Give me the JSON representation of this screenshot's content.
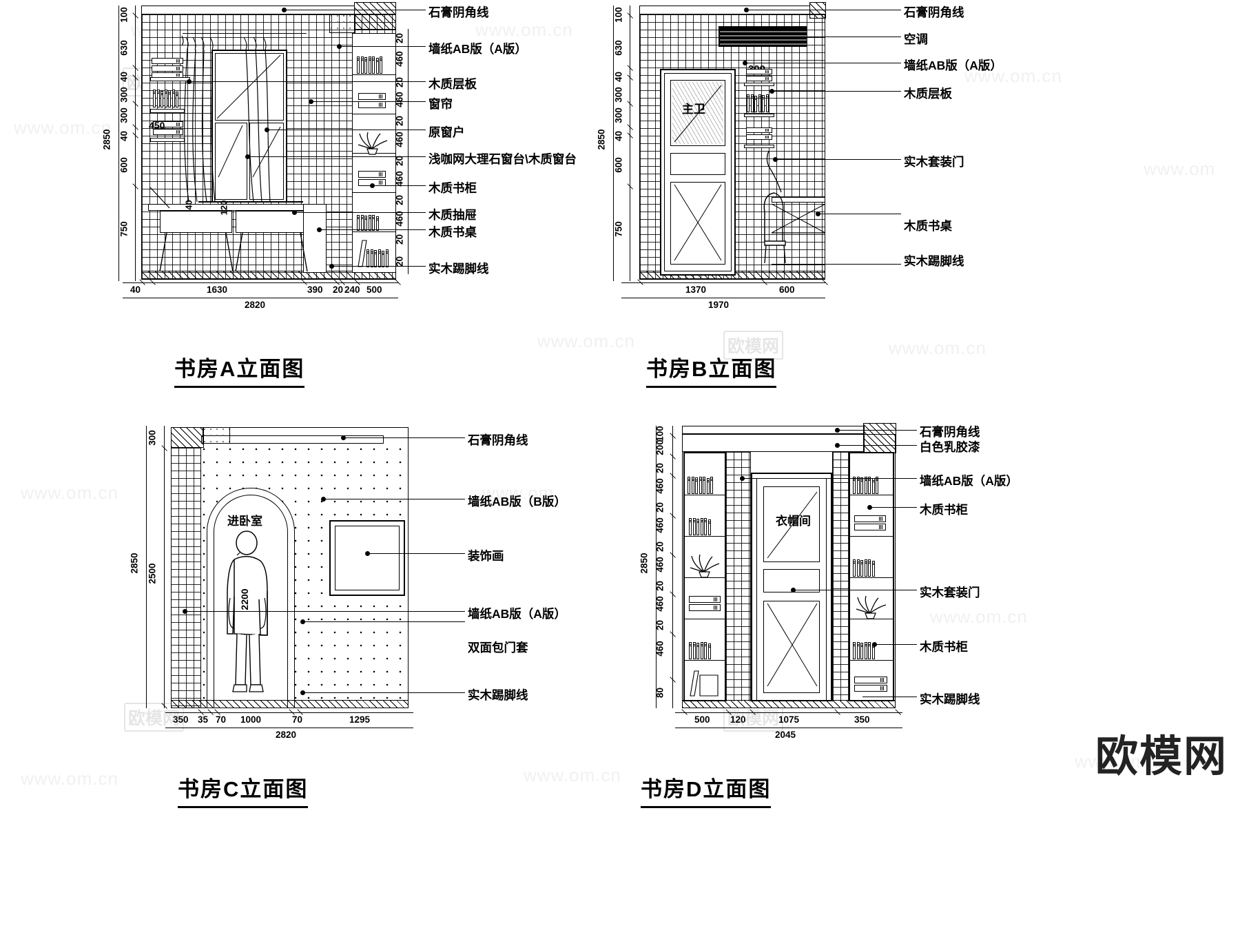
{
  "sheet": {
    "watermark_text": "www.om.cn",
    "watermark_text2": "www.om.cn",
    "watermark_cn": "欧模网",
    "watermark_logo": "欧模网"
  },
  "drawings": [
    {
      "id": "A",
      "title": "书房A立面图",
      "height_total": "2850",
      "vdims_left": [
        "100",
        "630",
        "40",
        "300",
        "300",
        "40",
        "600",
        "750"
      ],
      "vdims_right": [
        "20",
        "460",
        "20",
        "460",
        "20",
        "460",
        "20",
        "460",
        "20",
        "460",
        "20"
      ],
      "hdims": [
        "40",
        "1630",
        "390",
        "20",
        "240",
        "500"
      ],
      "hdim_total": "2820",
      "inline_dims": [
        "450",
        "40",
        "120"
      ],
      "annotations": [
        "石膏阴角线",
        "墙纸AB版（A版）",
        "木质层板",
        "窗帘",
        "原窗户",
        "浅咖网大理石窗台\\木质窗台",
        "木质书柜",
        "木质抽屉",
        "木质书桌",
        "实木踢脚线"
      ]
    },
    {
      "id": "B",
      "title": "书房B立面图",
      "height_total": "2850",
      "vdims_left": [
        "100",
        "630",
        "40",
        "300",
        "300",
        "40",
        "600",
        "750"
      ],
      "hdims": [
        "1370",
        "600"
      ],
      "hdim_total": "1970",
      "inline_dims": [
        "300"
      ],
      "room_label": "主卫",
      "annotations": [
        "石膏阴角线",
        "空调",
        "墙纸AB版（A版）",
        "木质层板",
        "实木套装门",
        "木质书桌",
        "实木踢脚线"
      ]
    },
    {
      "id": "C",
      "title": "书房C立面图",
      "height_total": "2850",
      "vdims_left": [
        "300",
        "2500"
      ],
      "hdims": [
        "350",
        "35",
        "70",
        "1000",
        "70",
        "1295"
      ],
      "hdim_total": "2820",
      "inline_dims": [
        "2200"
      ],
      "room_label": "进卧室",
      "annotations": [
        "石膏阴角线",
        "墙纸AB版（B版）",
        "装饰画",
        "墙纸AB版（A版）",
        "双面包门套",
        "实木踢脚线"
      ]
    },
    {
      "id": "D",
      "title": "书房D立面图",
      "height_total": "2850",
      "vdims_left": [
        "100",
        "200",
        "20",
        "460",
        "20",
        "460",
        "20",
        "460",
        "20",
        "460",
        "20",
        "460",
        "80"
      ],
      "hdims": [
        "500",
        "120",
        "1075",
        "350"
      ],
      "hdim_total": "2045",
      "room_label": "衣帽间",
      "annotations": [
        "石膏阴角线",
        "白色乳胶漆",
        "墙纸AB版（A版）",
        "木质书柜",
        "实木套装门",
        "木质书柜",
        "实木踢脚线"
      ]
    }
  ]
}
